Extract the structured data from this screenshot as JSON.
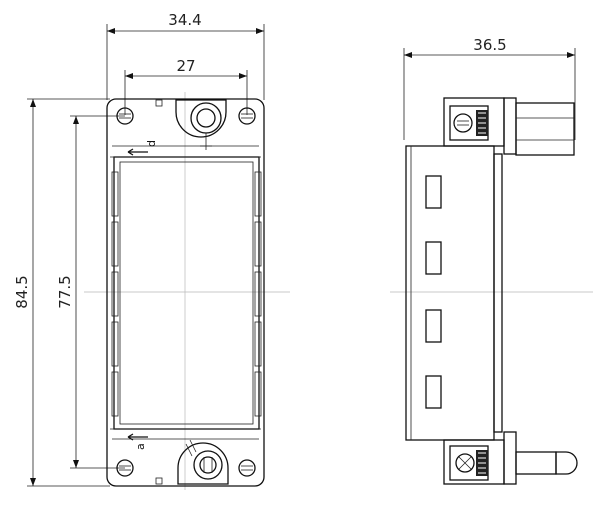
{
  "front_view": {
    "dims": {
      "overall_width": "34.4",
      "hole_spacing_horizontal": "27",
      "overall_height": "84.5",
      "hole_spacing_vertical": "77.5"
    },
    "codes": {
      "top": "d",
      "bottom": "a"
    }
  },
  "side_view": {
    "dims": {
      "overall_depth": "36.5"
    }
  }
}
